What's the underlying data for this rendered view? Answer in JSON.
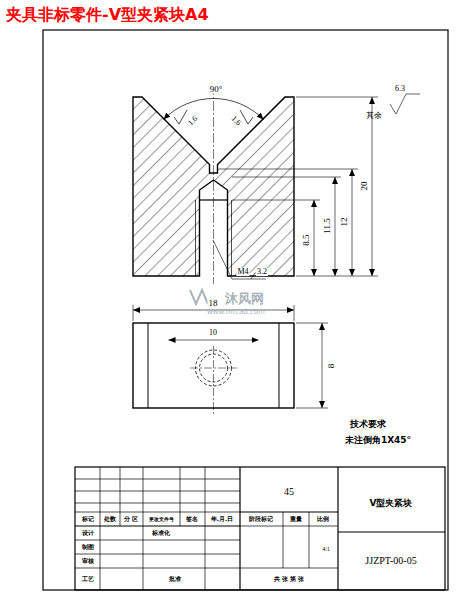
{
  "diagram": {
    "title": "夹具非标零件-V型夹紧块A4",
    "labels": [
      "90°",
      "1.6",
      "1.6",
      "20",
      "12",
      "11.5",
      "8.5",
      "M4",
      "3.2",
      "18",
      "10",
      "8",
      "6.3",
      "其余",
      "技术要求",
      "未注倒角1X45°",
      "45",
      "V型夹紧块",
      "JJZPT-00-05",
      "标记",
      "处数",
      "分 区",
      "更改文件号",
      "签名",
      "年.月.日",
      "设计",
      "标准化",
      "制图",
      "审核",
      "工艺",
      "批准",
      "阶段标记",
      "重量",
      "比例",
      "4:1",
      "共 张 第 张",
      "沐风网",
      "www.mfcad.com"
    ]
  }
}
